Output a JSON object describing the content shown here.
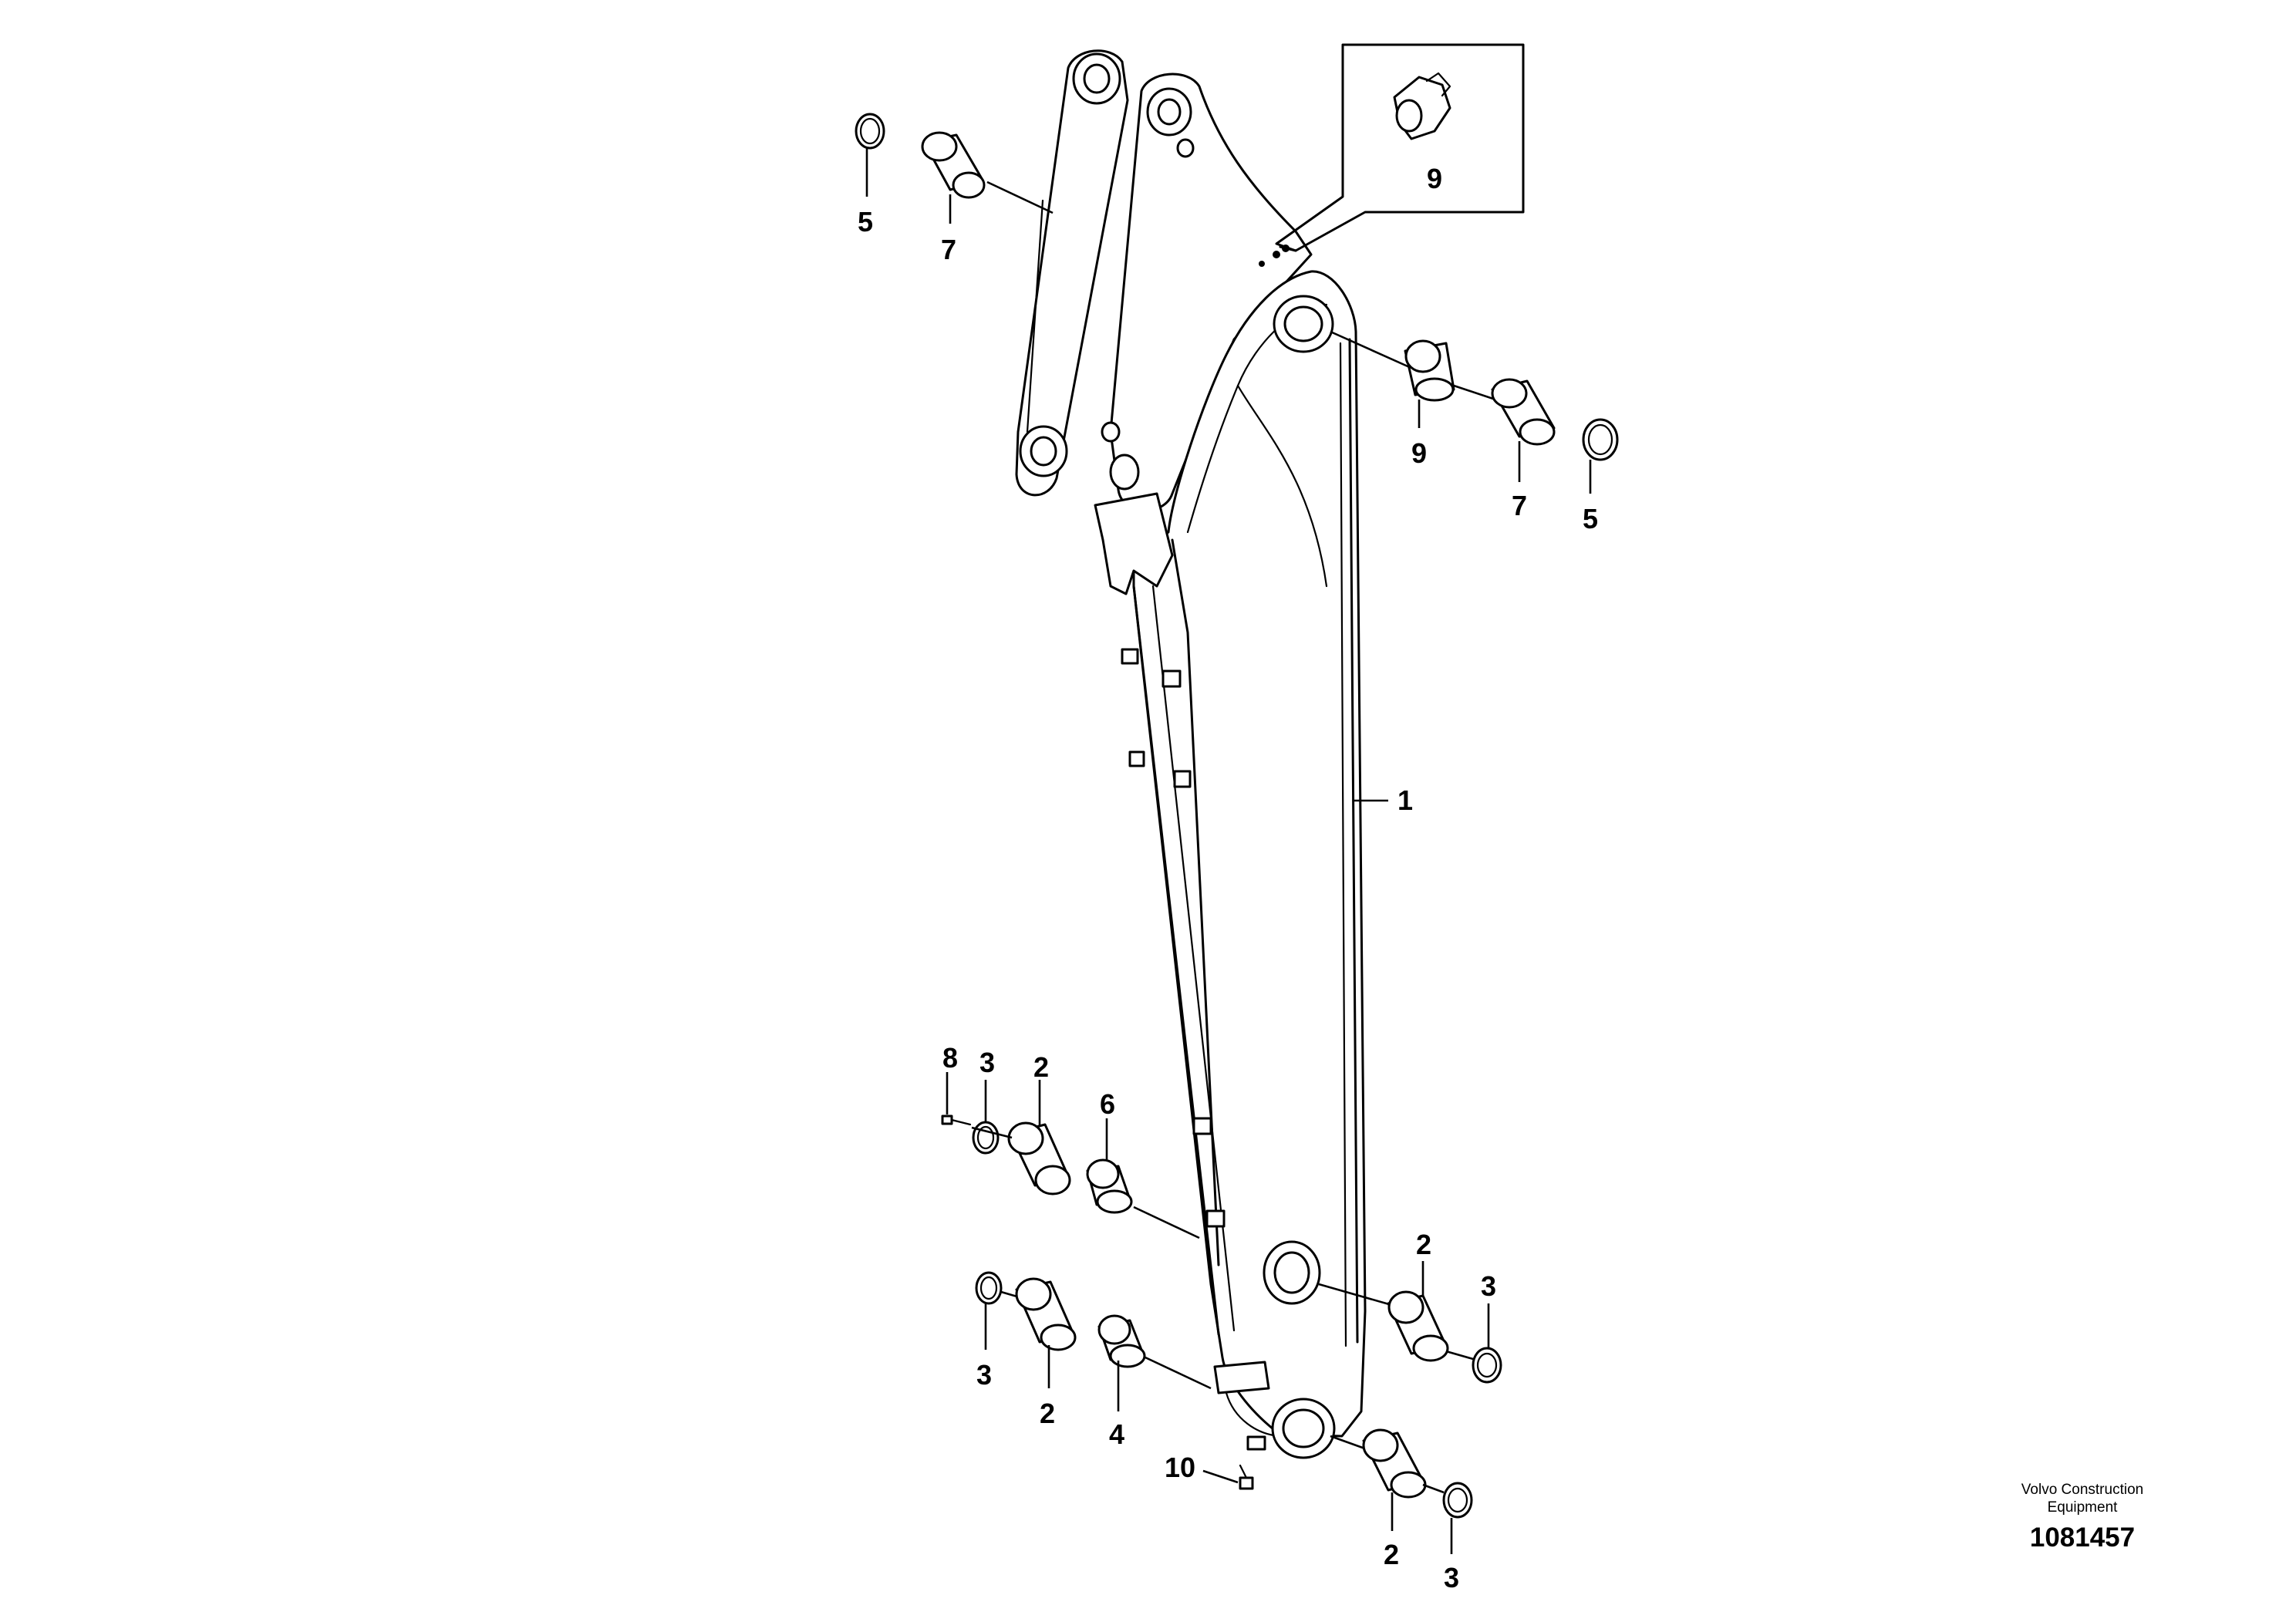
{
  "diagram": {
    "callouts": {
      "c1": "1",
      "c2a": "2",
      "c2b": "2",
      "c2c": "2",
      "c2d": "2",
      "c3a": "3",
      "c3b": "3",
      "c3c": "3",
      "c3d": "3",
      "c4": "4",
      "c5a": "5",
      "c5b": "5",
      "c6": "6",
      "c7a": "7",
      "c7b": "7",
      "c8": "8",
      "c9a": "9",
      "c9b": "9",
      "c10": "10"
    }
  },
  "footer": {
    "manufacturer_line1": "Volvo Construction",
    "manufacturer_line2": "Equipment",
    "drawing_number": "1081457"
  }
}
